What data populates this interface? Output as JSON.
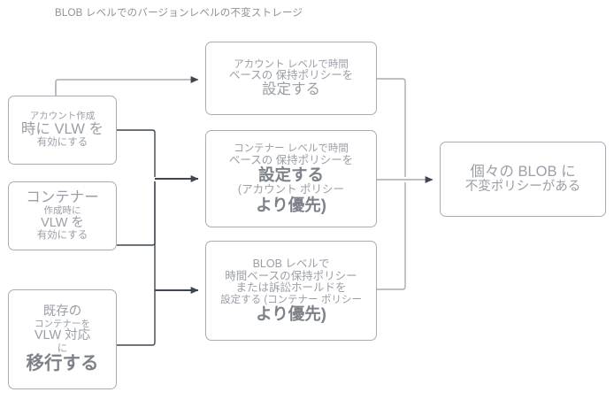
{
  "diagram": {
    "title": "BLOB レベルでのバージョンレベルの不変ストレージ",
    "colors": {
      "box_border": "#a8acb3",
      "text": "#9a9ea6",
      "arrow_dark": "#3f4650",
      "arrow_light": "#a8acb3",
      "background": "#ffffff"
    },
    "nodes": [
      {
        "id": "account-create",
        "name": "account-create",
        "lines": [
          {
            "text": "アカウント作成",
            "size": "s10"
          },
          {
            "text": "時に VLW を",
            "size": "s16"
          },
          {
            "text": "有効にする",
            "size": "s11"
          }
        ]
      },
      {
        "id": "container-create",
        "name": "container-create",
        "lines": [
          {
            "text": "コンテナー",
            "size": "s16"
          },
          {
            "text": "作成時に",
            "size": "s10"
          },
          {
            "text": "VLW を",
            "size": "s14"
          },
          {
            "text": "有効にする",
            "size": "s11"
          }
        ]
      },
      {
        "id": "migrate-existing",
        "name": "migrate-existing",
        "lines": [
          {
            "text": "既存の",
            "size": "s14"
          },
          {
            "text": "コンテナーを",
            "size": "s10"
          },
          {
            "text": "VLW 対応",
            "size": "s14"
          },
          {
            "text": "に",
            "size": "s11"
          },
          {
            "text": "移行する",
            "size": "s20 bold"
          }
        ]
      },
      {
        "id": "account-policy",
        "name": "account-level-retention-policy",
        "lines": [
          {
            "text": "アカウント レベルで時間",
            "size": "s11"
          },
          {
            "text": "ベースの 保持ポリシーを",
            "size": "s12"
          },
          {
            "text": "設定する",
            "size": "s16"
          }
        ]
      },
      {
        "id": "container-policy",
        "name": "container-level-retention-policy",
        "lines": [
          {
            "text": "コンテナー レベルで時間",
            "size": "s11"
          },
          {
            "text": "ベースの 保持ポリシーを",
            "size": "s12"
          },
          {
            "text": "設定する",
            "size": "s18 bold"
          },
          {
            "text": "(アカウント ポリシー",
            "size": "s12"
          },
          {
            "text": "より優先)",
            "size": "s18 bold"
          }
        ]
      },
      {
        "id": "blob-policy",
        "name": "blob-level-retention-policy",
        "lines": [
          {
            "text": "BLOB レベルで",
            "size": "s12"
          },
          {
            "text": "時間ベースの保持ポリシー",
            "size": "s12"
          },
          {
            "text": "または訴訟ホールドを",
            "size": "s12"
          },
          {
            "text": "設定する (コンテナー ポリシー",
            "size": "s11"
          },
          {
            "text": "より優先)",
            "size": "s18 bold"
          }
        ]
      },
      {
        "id": "result",
        "name": "per-blob-immutable-policy",
        "lines": [
          {
            "text": "個々の BLOB に",
            "size": "s16"
          },
          {
            "text": "不変ポリシーがある",
            "size": "s14"
          }
        ]
      }
    ],
    "edges": [
      {
        "name": "edge-account-create-to-account-policy",
        "from": "account-create",
        "to": "account-policy"
      },
      {
        "name": "edge-account-create-to-container-policy",
        "from": "account-create",
        "to": "container-policy"
      },
      {
        "name": "edge-container-create-to-container-policy",
        "from": "container-create",
        "to": "container-policy"
      },
      {
        "name": "edge-container-create-to-blob-policy",
        "from": "container-create",
        "to": "blob-policy"
      },
      {
        "name": "edge-migrate-existing-to-blob-policy",
        "from": "migrate-existing",
        "to": "blob-policy"
      },
      {
        "name": "edge-account-policy-to-result",
        "from": "account-policy",
        "to": "result"
      },
      {
        "name": "edge-container-policy-to-result",
        "from": "container-policy",
        "to": "result"
      },
      {
        "name": "edge-blob-policy-to-result",
        "from": "blob-policy",
        "to": "result"
      }
    ]
  }
}
